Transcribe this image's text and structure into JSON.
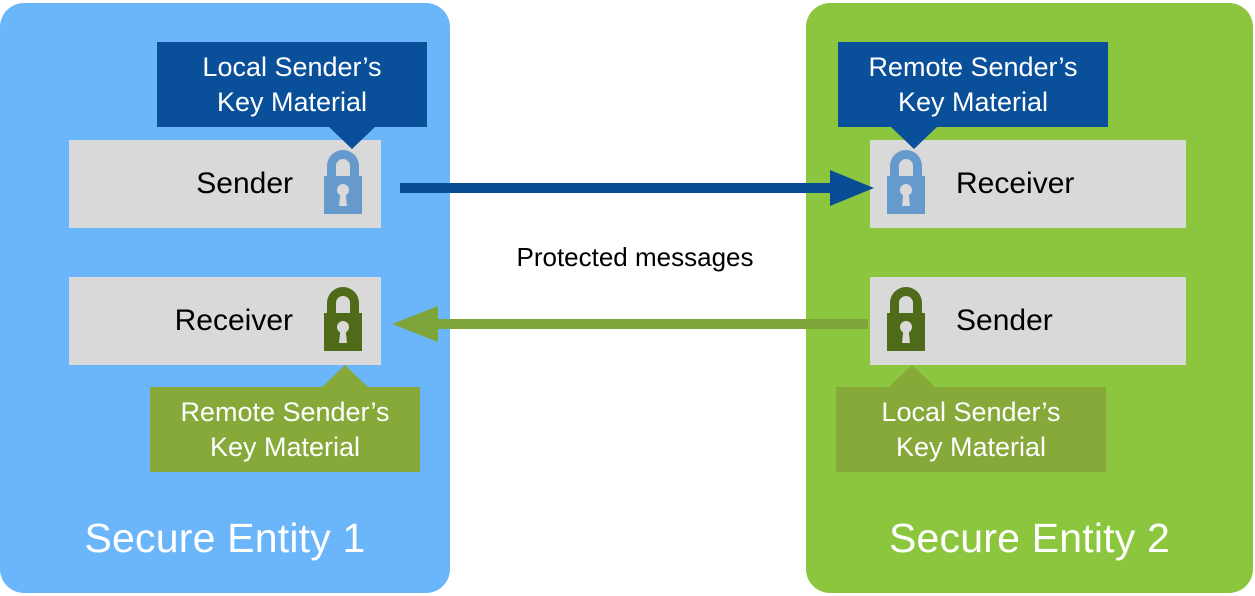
{
  "diagram": {
    "title_left": "Secure Entity 1",
    "title_right": "Secure Entity 2",
    "middle_caption": "Protected messages",
    "colors": {
      "panel_left": "#6BB5FB",
      "panel_right": "#8CC63E",
      "callout_blue": "#0A4F99",
      "callout_green": "#86A93A",
      "rolebox_grey": "#D9D9D9",
      "lock_blue": "#6699CC",
      "lock_green": "#4F6B19",
      "arrow_blue": "#084E96",
      "arrow_green": "#7EA53A",
      "text_white": "#FFFFFF",
      "text_black": "#000000"
    }
  },
  "entity_left": {
    "name": "Secure Entity 1",
    "sender": {
      "label": "Sender",
      "lock_icon": "padlock-icon",
      "lock_color": "#6699CC",
      "callout": {
        "line1": "Local Sender’s",
        "line2": "Key Material",
        "color": "#0A4F99",
        "direction": "down"
      }
    },
    "receiver": {
      "label": "Receiver",
      "lock_icon": "padlock-icon",
      "lock_color": "#4F6B19",
      "callout": {
        "line1": "Remote Sender’s",
        "line2": "Key Material",
        "color": "#86A93A",
        "direction": "up"
      }
    }
  },
  "entity_right": {
    "name": "Secure Entity 2",
    "receiver": {
      "label": "Receiver",
      "lock_icon": "padlock-icon",
      "lock_color": "#6699CC",
      "callout": {
        "line1": "Remote Sender’s",
        "line2": "Key Material",
        "color": "#0A4F99",
        "direction": "down"
      }
    },
    "sender": {
      "label": "Sender",
      "lock_icon": "padlock-icon",
      "lock_color": "#4F6B19",
      "callout": {
        "line1": "Local Sender’s",
        "line2": "Key Material",
        "color": "#86A93A",
        "direction": "up"
      }
    }
  },
  "arrows": [
    {
      "name": "arrow-left-to-right",
      "direction": "right",
      "color": "#084E96",
      "label": "Protected messages"
    },
    {
      "name": "arrow-right-to-left",
      "direction": "left",
      "color": "#7EA53A",
      "label": "Protected messages"
    }
  ]
}
